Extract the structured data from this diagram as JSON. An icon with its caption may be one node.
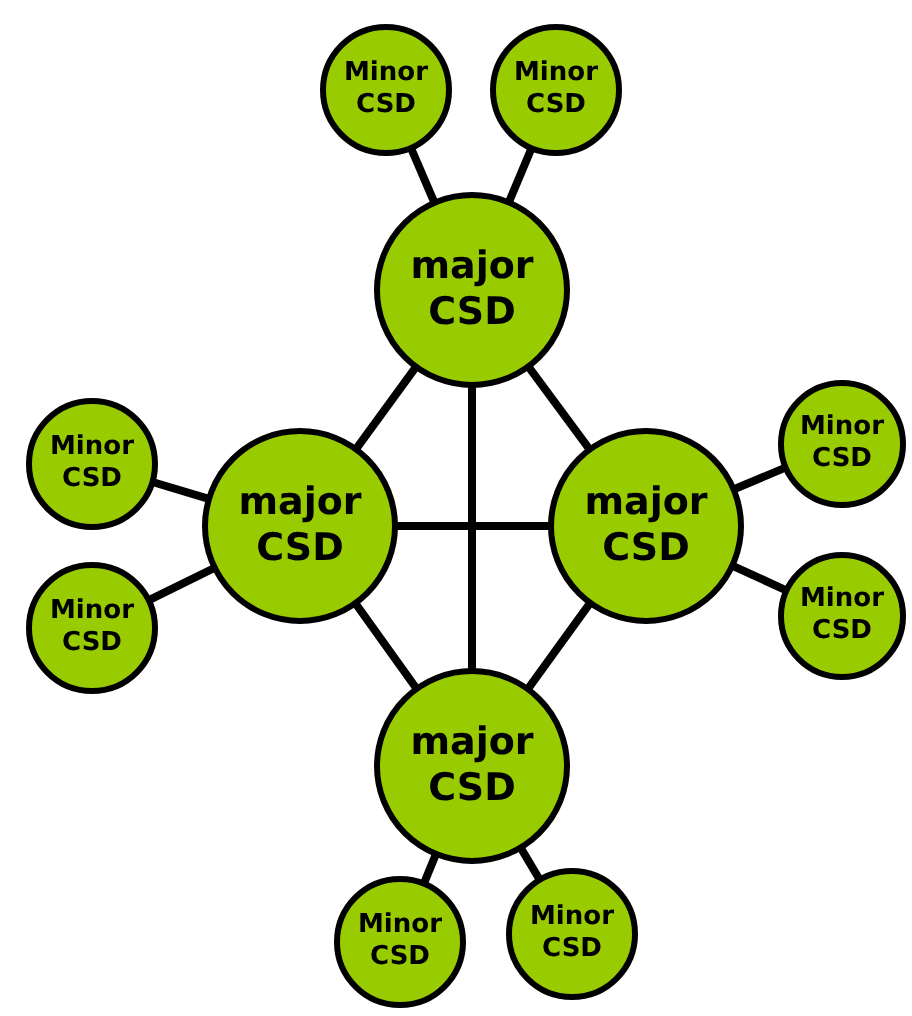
{
  "diagram": {
    "nodes": [
      {
        "text": [
          "Minor CSD"
        ]
      },
      {
        "text": [
          "Minor CSD"
        ]
      },
      {
        "text": [
          "major CSD"
        ]
      },
      {
        "text": [
          "Minor CSD"
        ]
      },
      {
        "text": [
          "major CSD"
        ]
      },
      {
        "text": [
          "major CSD"
        ]
      },
      {
        "text": [
          "Minor CSD"
        ]
      },
      {
        "text": [
          "Minor CSD"
        ]
      },
      {
        "text": [
          "Minor CSD"
        ]
      },
      {
        "text": [
          "major CSD"
        ]
      },
      {
        "text": [
          "Minor CSD"
        ]
      },
      {
        "text": [
          "Minor CSD"
        ]
      }
    ],
    "edges": [
      {
        "from": 0,
        "to": 2,
        "arrow": "none"
      },
      {
        "from": 1,
        "to": 2,
        "arrow": "none"
      },
      {
        "from": 2,
        "to": 4,
        "arrow": "none"
      },
      {
        "from": 2,
        "to": 5,
        "arrow": "none"
      },
      {
        "from": 2,
        "to": 9,
        "arrow": "none"
      },
      {
        "from": 3,
        "to": 4,
        "arrow": "none"
      },
      {
        "from": 7,
        "to": 4,
        "arrow": "none"
      },
      {
        "from": 4,
        "to": 5,
        "arrow": "none"
      },
      {
        "from": 6,
        "to": 5,
        "arrow": "none"
      },
      {
        "from": 8,
        "to": 5,
        "arrow": "none"
      },
      {
        "from": 4,
        "to": 9,
        "arrow": "none"
      },
      {
        "from": 5,
        "to": 9,
        "arrow": "none"
      },
      {
        "from": 9,
        "to": 10,
        "arrow": "none"
      },
      {
        "from": 9,
        "to": 11,
        "arrow": "none"
      }
    ]
  }
}
